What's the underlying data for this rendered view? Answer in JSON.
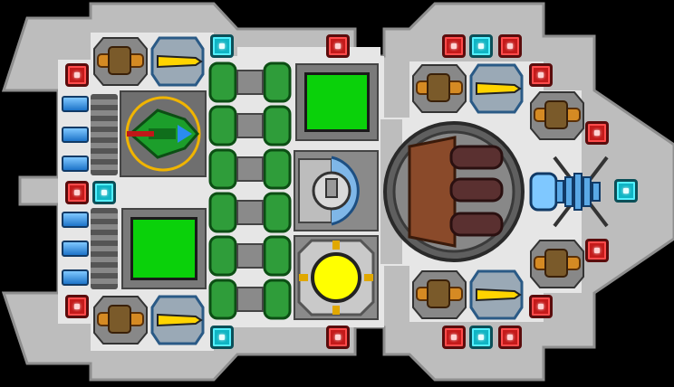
{
  "scene": {
    "type": "top-down spaceship interior",
    "colors": {
      "background": "#000000",
      "hull": "#bdbdbd",
      "hull_edge": "#8e8e8e",
      "deck": "#e6e6e6",
      "plating": "#6f6f6f",
      "port_red": "#c41a1a",
      "port_cyan": "#0fb5c4",
      "screen_green": "#0ad10a",
      "pipe_green": "#2f9d3a",
      "reactor_yellow": "#ffff00",
      "thruster_blue": "#2a8cf0",
      "cannon_orange": "#d58a23",
      "cargo_brown": "#8a4a2a"
    }
  },
  "modules": [
    {
      "name": "cockpit",
      "icon": "green-fighter-icon"
    },
    {
      "name": "control-screen-top",
      "icon": "green-screen-icon"
    },
    {
      "name": "control-screen-left",
      "icon": "green-screen-icon"
    },
    {
      "name": "shield-generator",
      "icon": "shield-dome-icon"
    },
    {
      "name": "reactor-core",
      "icon": "reactor-icon"
    },
    {
      "name": "cargo-bay",
      "icon": "cargo-barrels-icon"
    },
    {
      "name": "ion-engine",
      "icon": "ion-engine-icon"
    },
    {
      "name": "fuel-tanks",
      "icon": "green-tank-icon"
    }
  ],
  "weapons": {
    "cannon_icon": "cannon-turret-icon",
    "laser_icon": "laser-turret-icon"
  }
}
